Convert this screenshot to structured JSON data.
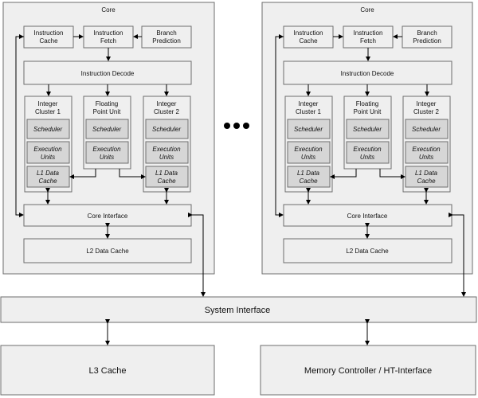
{
  "cores": [
    {
      "title": "Core",
      "instruction_cache": [
        "Instruction",
        "Cache"
      ],
      "instruction_fetch": [
        "Instruction",
        "Fetch"
      ],
      "branch_prediction": [
        "Branch",
        "Prediction"
      ],
      "instruction_decode": "Instruction Decode",
      "integer_cluster_1": [
        "Integer",
        "Cluster 1"
      ],
      "floating_point_unit": [
        "Floating",
        "Point Unit"
      ],
      "integer_cluster_2": [
        "Integer",
        "Cluster 2"
      ],
      "scheduler": "Scheduler",
      "execution_units": [
        "Execution",
        "Units"
      ],
      "l1_data_cache": [
        "L1 Data",
        "Cache"
      ],
      "core_interface": "Core Interface",
      "l2_data_cache": "L2 Data Cache"
    },
    {
      "title": "Core",
      "instruction_cache": [
        "Instruction",
        "Cache"
      ],
      "instruction_fetch": [
        "Instruction",
        "Fetch"
      ],
      "branch_prediction": [
        "Branch",
        "Prediction"
      ],
      "instruction_decode": "Instruction Decode",
      "integer_cluster_1": [
        "Integer",
        "Cluster 1"
      ],
      "floating_point_unit": [
        "Floating",
        "Point Unit"
      ],
      "integer_cluster_2": [
        "Integer",
        "Cluster 2"
      ],
      "scheduler": "Scheduler",
      "execution_units": [
        "Execution",
        "Units"
      ],
      "l1_data_cache": [
        "L1 Data",
        "Cache"
      ],
      "core_interface": "Core Interface",
      "l2_data_cache": "L2 Data Cache"
    }
  ],
  "system_interface": "System Interface",
  "l3_cache": "L3 Cache",
  "memory_controller": "Memory Controller / HT-Interface",
  "colors": {
    "box_fill": "#efefef",
    "inner_fill": "#d6d6d6",
    "stroke": "#6e6e6e"
  }
}
